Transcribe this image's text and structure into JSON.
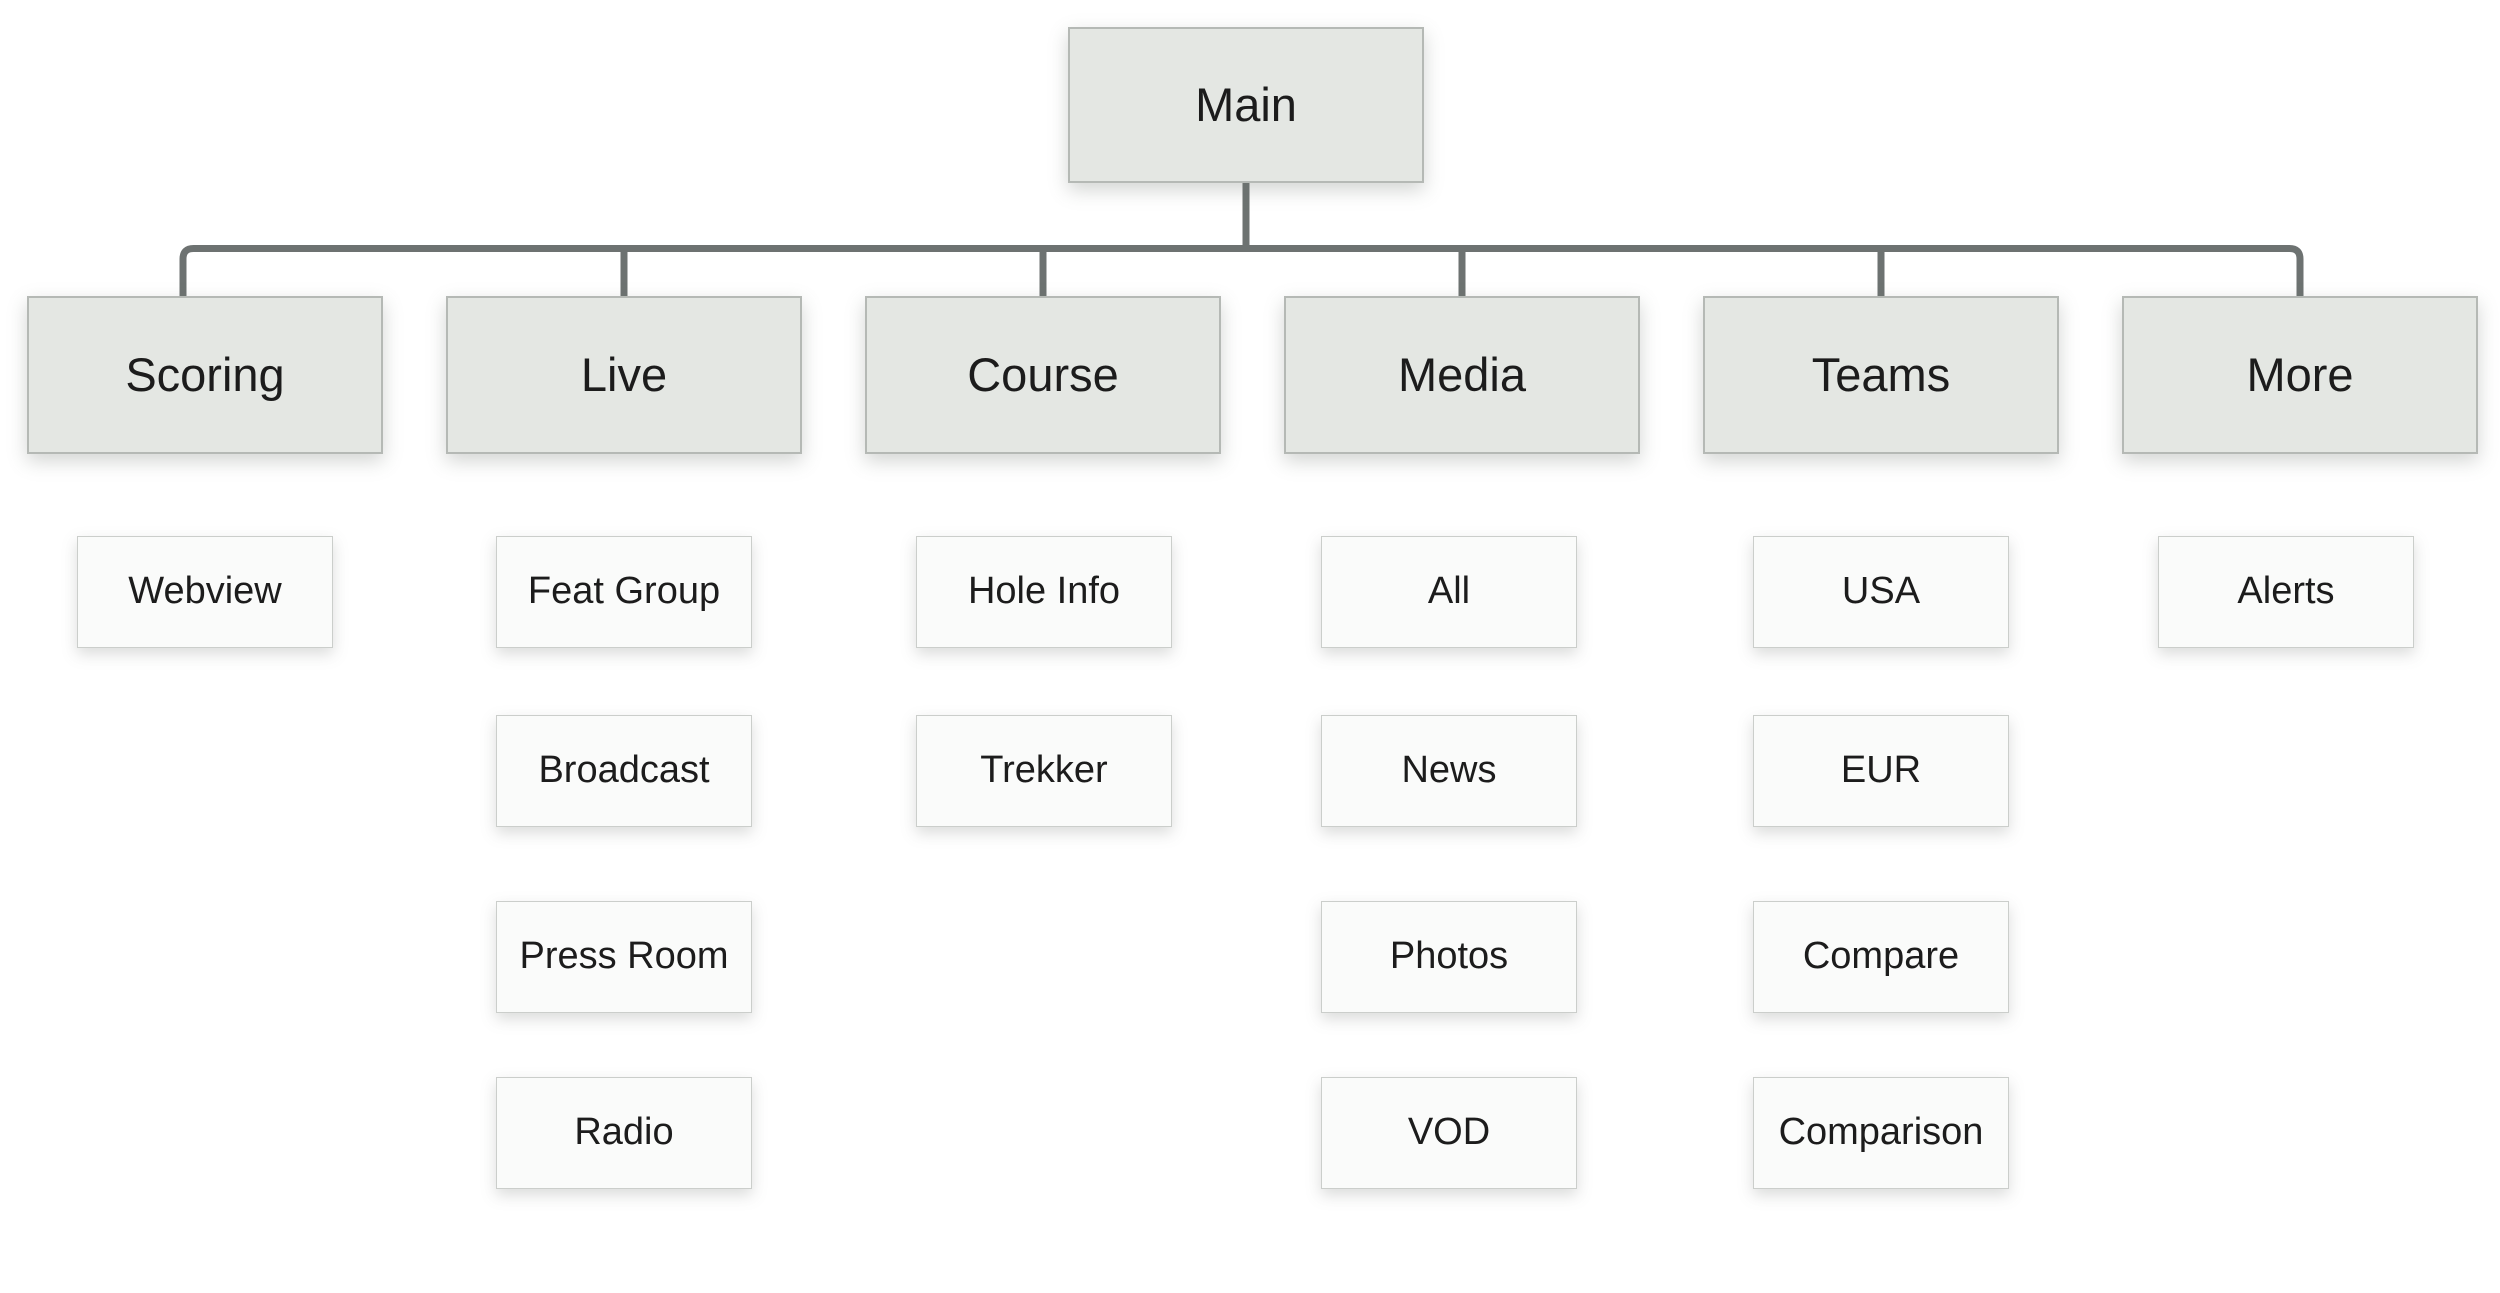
{
  "colors": {
    "background": "#ffffff",
    "connector": "#6d7271",
    "branch_fill": "#e4e7e3",
    "branch_border": "#b5b9b5",
    "leaf_fill": "#fafbfa",
    "leaf_border": "#cbcecb",
    "text": "#1c1c1c"
  },
  "root": {
    "label": "Main"
  },
  "columns": [
    {
      "parent": {
        "label": "Scoring"
      },
      "children": [
        {
          "label": "Webview"
        }
      ]
    },
    {
      "parent": {
        "label": "Live"
      },
      "children": [
        {
          "label": "Feat Group"
        },
        {
          "label": "Broadcast"
        },
        {
          "label": "Press Room"
        },
        {
          "label": "Radio"
        }
      ]
    },
    {
      "parent": {
        "label": "Course"
      },
      "children": [
        {
          "label": "Hole Info"
        },
        {
          "label": "Trekker"
        }
      ]
    },
    {
      "parent": {
        "label": "Media"
      },
      "children": [
        {
          "label": "All"
        },
        {
          "label": "News"
        },
        {
          "label": "Photos"
        },
        {
          "label": "VOD"
        }
      ]
    },
    {
      "parent": {
        "label": "Teams"
      },
      "children": [
        {
          "label": "USA"
        },
        {
          "label": "EUR"
        },
        {
          "label": "Compare"
        },
        {
          "label": "Comparison"
        }
      ]
    },
    {
      "parent": {
        "label": "More"
      },
      "children": [
        {
          "label": "Alerts"
        }
      ]
    }
  ]
}
